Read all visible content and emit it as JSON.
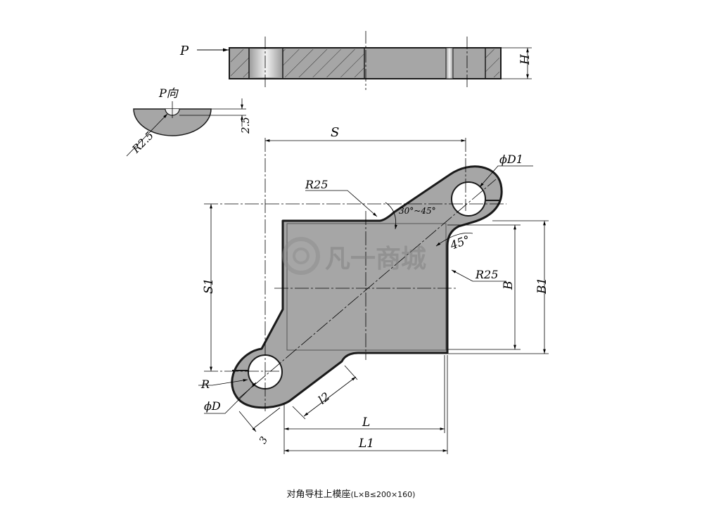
{
  "drawing": {
    "labels": {
      "p_arrow": "P",
      "h": "H",
      "p_view": "P向",
      "r2_5": "R2.5",
      "d2_5": "2.5",
      "s": "S",
      "d1": "ϕD1",
      "r25_top": "R25",
      "angle_range": "30°~45°",
      "angle_45": "45°",
      "r25_right": "R25",
      "b": "B",
      "b1": "B1",
      "s1": "S1",
      "r": "R",
      "d": "ϕD",
      "l2": "l2",
      "three": "3",
      "l": "L",
      "l1": "L1"
    },
    "watermark": "凡一商城",
    "colors": {
      "body_fill": "#a6a6a6",
      "outline": "#1a1a1a",
      "line": "#000000"
    }
  },
  "caption": {
    "title": "对角导柱上模座",
    "spec": "(L×B≤200×160)"
  }
}
